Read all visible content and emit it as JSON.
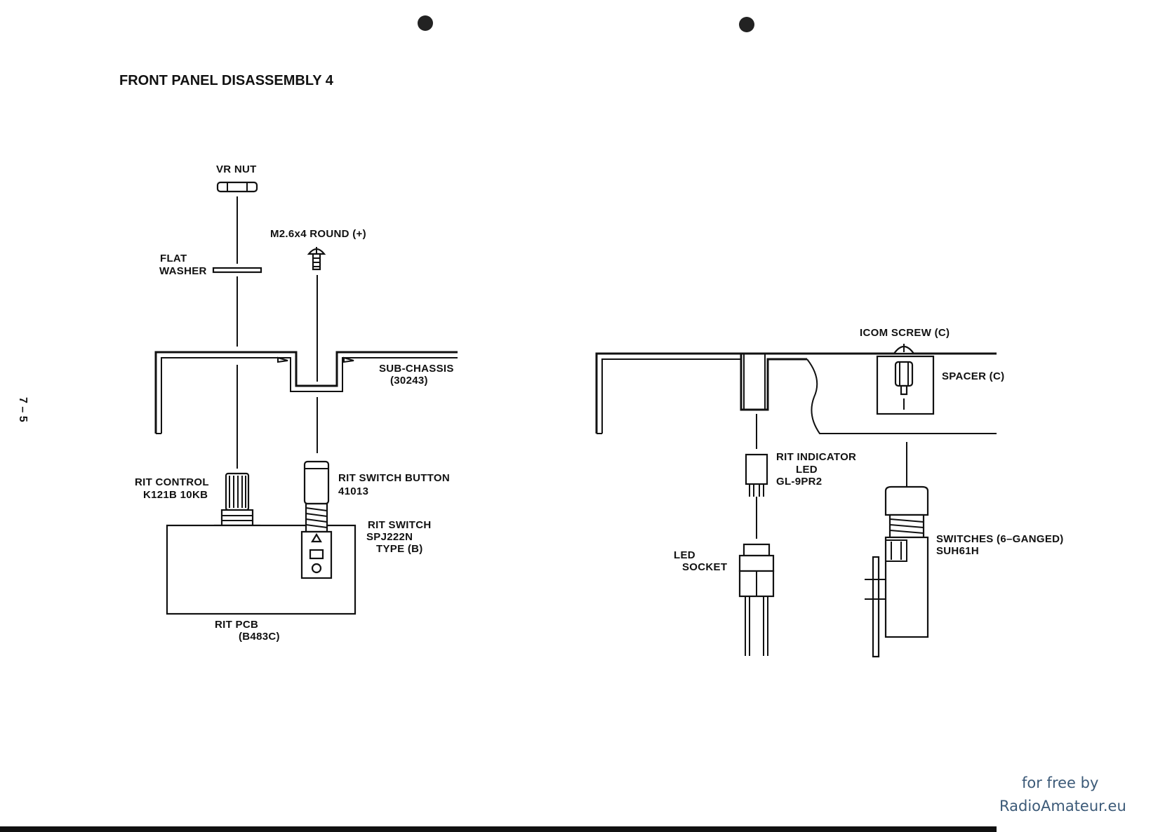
{
  "title": "FRONT PANEL DISASSEMBLY 4",
  "page_number": "7 – 5",
  "watermark": {
    "line1": "for free by",
    "line2": "RadioAmateur.eu"
  },
  "left_assembly": {
    "vr_nut": "VR NUT",
    "screw": "M2.6x4 ROUND (+)",
    "flat_washer": [
      "FLAT",
      "WASHER"
    ],
    "sub_chassis": [
      "SUB-CHASSIS",
      "(30243)"
    ],
    "rit_control": [
      "RIT CONTROL",
      "K121B 10KB"
    ],
    "rit_switch_button": [
      "RIT SWITCH BUTTON",
      "41013"
    ],
    "rit_switch": [
      "RIT SWITCH",
      "SPJ222N",
      "TYPE (B)"
    ],
    "rit_pcb": [
      "RIT  PCB",
      "(B483C)"
    ]
  },
  "right_assembly": {
    "icom_screw": "ICOM SCREW (C)",
    "spacer": "SPACER (C)",
    "rit_indicator": [
      "RIT INDICATOR",
      "LED",
      "GL-9PR2"
    ],
    "led_socket": [
      "LED",
      "SOCKET"
    ],
    "switches": [
      "SWITCHES (6–GANGED)",
      "SUH61H"
    ]
  }
}
